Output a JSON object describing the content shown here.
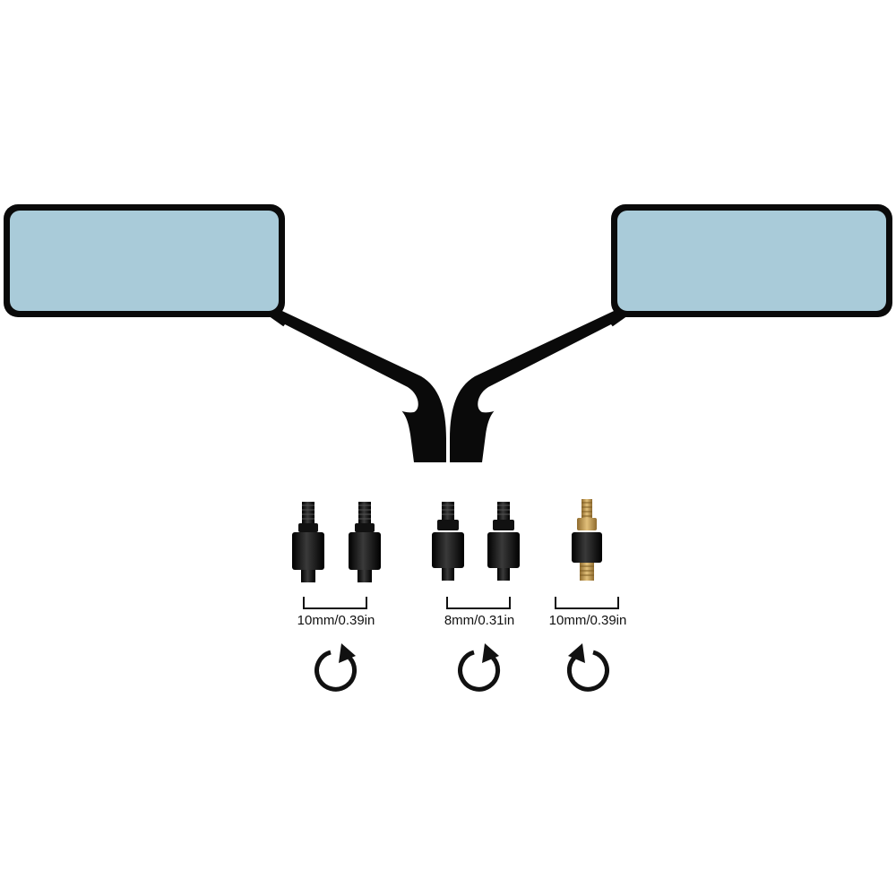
{
  "colors": {
    "background": "#ffffff",
    "mirror_glass": "#a9cbd9",
    "mirror_frame": "#0a0a0a",
    "bolt_black": "#141414",
    "bolt_brass": "#c7a25f",
    "ink": "#111111"
  },
  "mirrors": [
    {
      "side": "left"
    },
    {
      "side": "right"
    }
  ],
  "adapter_groups": [
    {
      "size_label": "10mm/0.39in",
      "rotation": "clockwise",
      "material": "black",
      "count": 2,
      "rotation_icon": "clockwise-arrow-icon"
    },
    {
      "size_label": "8mm/0.31in",
      "rotation": "clockwise",
      "material": "black",
      "count": 2,
      "rotation_icon": "clockwise-arrow-icon"
    },
    {
      "size_label": "10mm/0.39in",
      "rotation": "counterclockwise",
      "material": "brass",
      "count": 1,
      "rotation_icon": "counterclockwise-arrow-icon"
    }
  ]
}
